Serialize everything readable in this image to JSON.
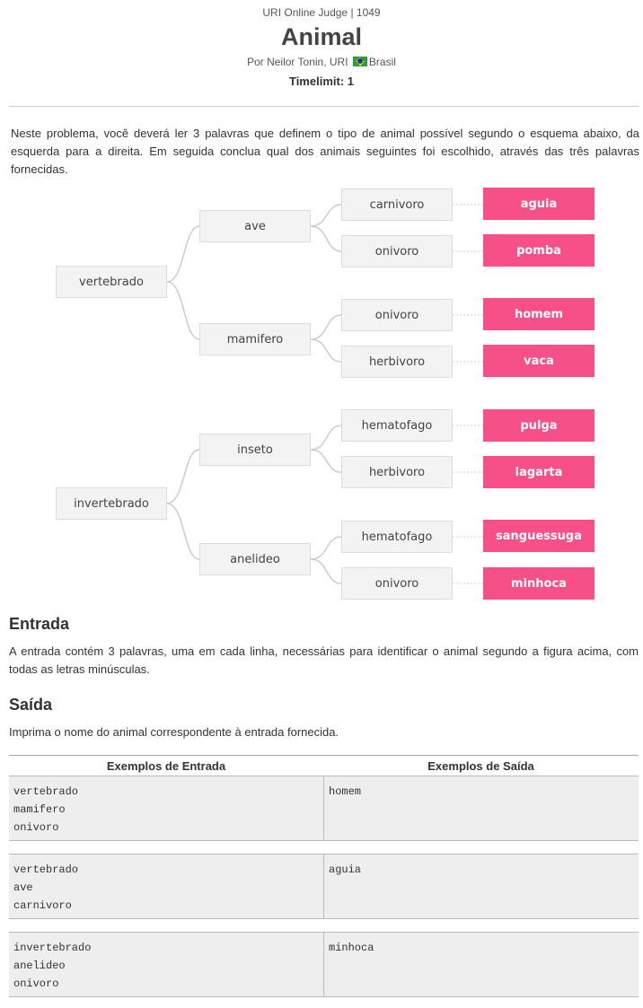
{
  "header": {
    "judge": "URI Online Judge | 1049",
    "title": "Animal",
    "author_prefix": "Por Neilor Tonin, URI",
    "country": "Brasil",
    "timelimit": "Timelimit: 1"
  },
  "intro": "Neste problema, você deverá ler 3 palavras que definem o tipo de animal possível segundo o esquema abaixo, da esquerda para a direita.  Em seguida conclua qual dos animais seguintes foi escolhido, através das três palavras fornecidas.",
  "diagram": {
    "level1": [
      "vertebrado",
      "invertebrado"
    ],
    "level2": [
      "ave",
      "mamifero",
      "inseto",
      "anelideo"
    ],
    "level3": [
      "carnivoro",
      "onivoro",
      "onivoro",
      "herbivoro",
      "hematofago",
      "herbivoro",
      "hematofago",
      "onivoro"
    ],
    "animals": [
      "aguia",
      "pomba",
      "homem",
      "vaca",
      "pulga",
      "lagarta",
      "sanguessuga",
      "minhoca"
    ],
    "colors": {
      "leaf": "#f74f88",
      "node": "#f3f3f3",
      "line": "#cccccc"
    }
  },
  "entrada": {
    "title": "Entrada",
    "text": "A entrada contém 3 palavras, uma em cada linha, necessárias para identificar o animal segundo a figura acima, com todas as letras minúsculas."
  },
  "saida": {
    "title": "Saída",
    "text": "Imprima o nome do animal correspondente à entrada fornecida."
  },
  "examples": {
    "input_header": "Exemplos de Entrada",
    "output_header": "Exemplos de Saída",
    "cases": [
      {
        "input": "vertebrado\nmamifero\nonivoro",
        "output": "homem"
      },
      {
        "input": "vertebrado\nave\ncarnivoro",
        "output": "aguia"
      },
      {
        "input": "invertebrado\nanelideo\nonivoro",
        "output": "minhoca"
      }
    ]
  }
}
